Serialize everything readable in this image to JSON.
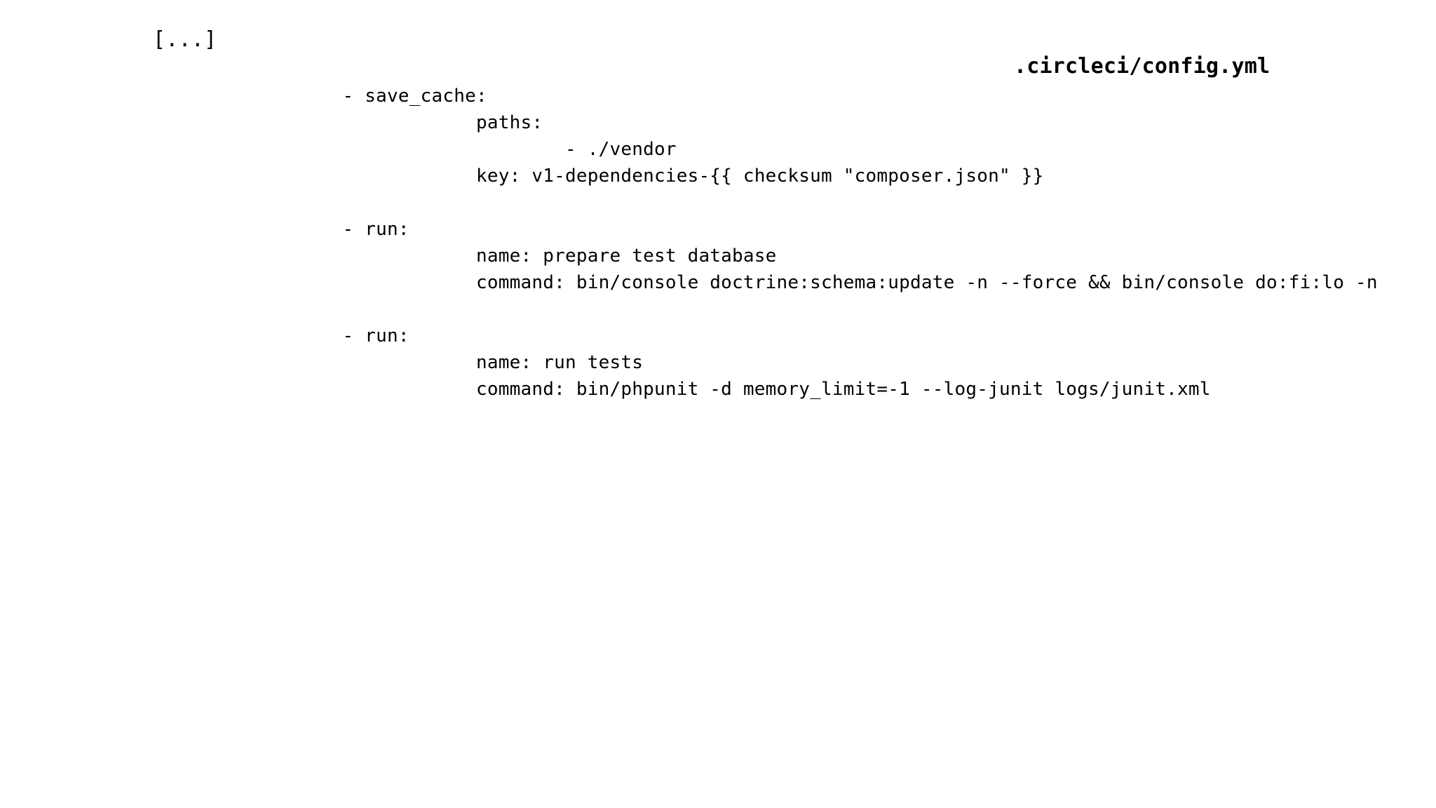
{
  "document": {
    "ellipsis_marker": "[...]",
    "file_title": ".circleci/config.yml",
    "language": "yaml",
    "text_color": "#000000",
    "background_color": "#ffffff",
    "code_lines": [
      "    - save_cache:",
      "                paths:",
      "                        - ./vendor",
      "                key: v1-dependencies-{{ checksum \"composer.json\" }}",
      "",
      "    - run:",
      "                name: prepare test database",
      "                command: bin/console doctrine:schema:update -n --force && bin/console do:fi:lo -n",
      "",
      "    - run:",
      "                name: run tests",
      "                command: bin/phpunit -d memory_limit=-1 --log-junit logs/junit.xml"
    ]
  }
}
